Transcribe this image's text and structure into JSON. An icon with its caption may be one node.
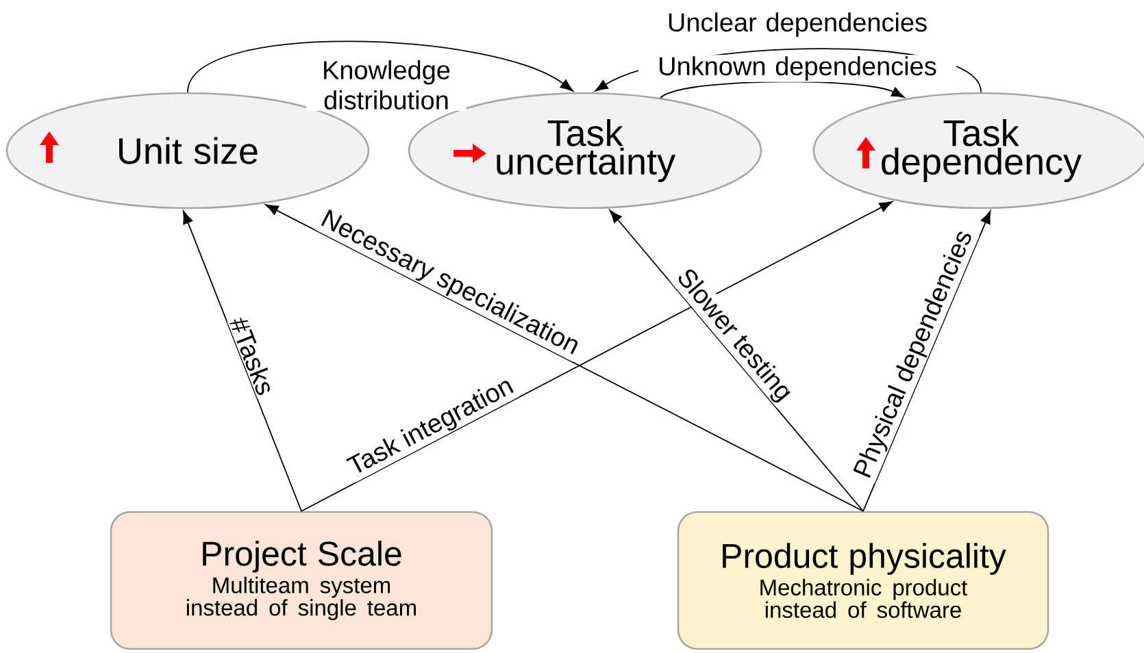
{
  "diagram": {
    "nodes": [
      {
        "text": [
          "Unit size"
        ]
      },
      {
        "text": [
          "Task uncertainty"
        ]
      },
      {
        "text": [
          "Task dependency"
        ]
      },
      {
        "text": [
          "Project Scale",
          "Multiteam system instead of single team"
        ]
      },
      {
        "text": [
          "Product physicality",
          "Mechatronic product instead of software"
        ]
      }
    ],
    "edges": [
      {
        "from": 0,
        "to": 1,
        "arrow": "to",
        "label": "Knowledge distribution"
      },
      {
        "from": 2,
        "to": 1,
        "arrow": "to",
        "label": "Unclear dependencies"
      },
      {
        "from": 1,
        "to": 2,
        "arrow": "to",
        "label": "Unknown dependencies"
      },
      {
        "from": 3,
        "to": 0,
        "arrow": "to",
        "label": "#Tasks"
      },
      {
        "from": 3,
        "to": 2,
        "arrow": "to",
        "label": "Task integration"
      },
      {
        "from": 4,
        "to": 0,
        "arrow": "to",
        "label": "Necessary specialization"
      },
      {
        "from": 4,
        "to": 1,
        "arrow": "to",
        "label": "Slower testing"
      },
      {
        "from": 4,
        "to": 2,
        "arrow": "to",
        "label": "Physical dependencies"
      }
    ]
  }
}
